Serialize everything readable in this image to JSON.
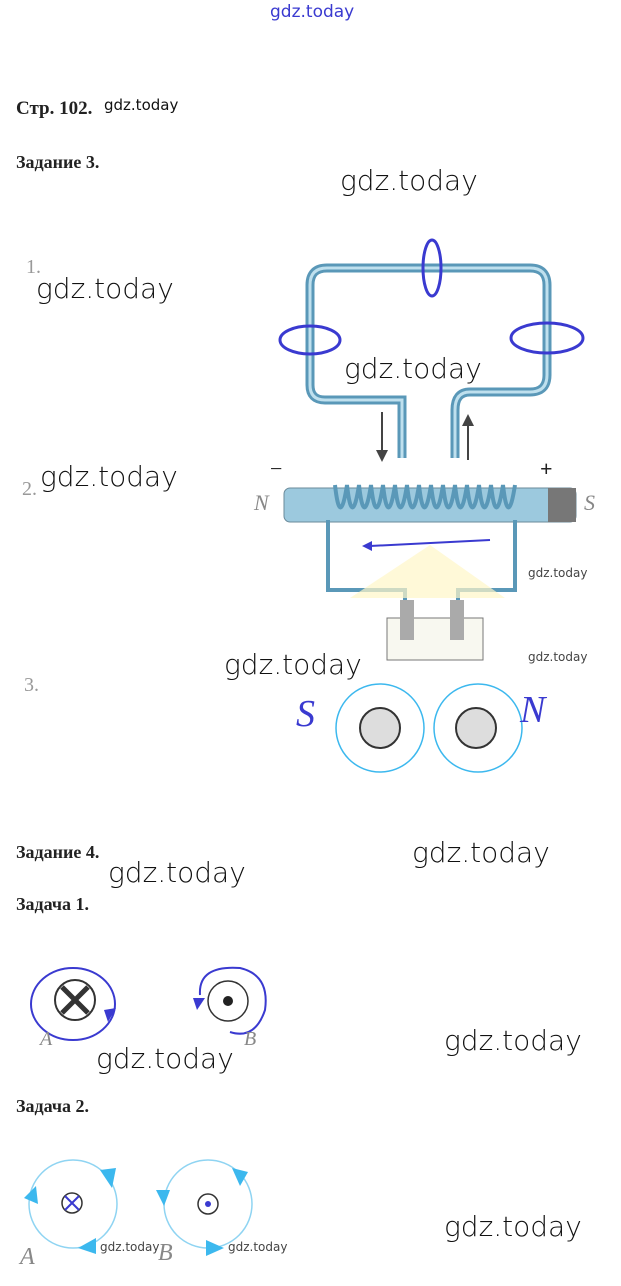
{
  "header_watermark": "gdz.today",
  "page_label": "Стр. 102.",
  "task3": {
    "title": "Задание 3.",
    "items": [
      "1.",
      "2.",
      "3."
    ],
    "coil": {
      "left_pole": "N",
      "right_pole": "S",
      "minus": "−",
      "plus": "+"
    },
    "magnets": {
      "left": "S",
      "right": "N"
    }
  },
  "task4": {
    "title": "Задание 4."
  },
  "problem1": {
    "title": "Задача 1.",
    "label_a": "A",
    "label_b": "B"
  },
  "problem2": {
    "title": "Задача 2.",
    "label_a": "A",
    "label_b": "B"
  },
  "watermark": "gdz.today",
  "colors": {
    "pen": "#3a3ad0",
    "wire": "#5a98b8",
    "cyan": "#3cb8ee"
  }
}
